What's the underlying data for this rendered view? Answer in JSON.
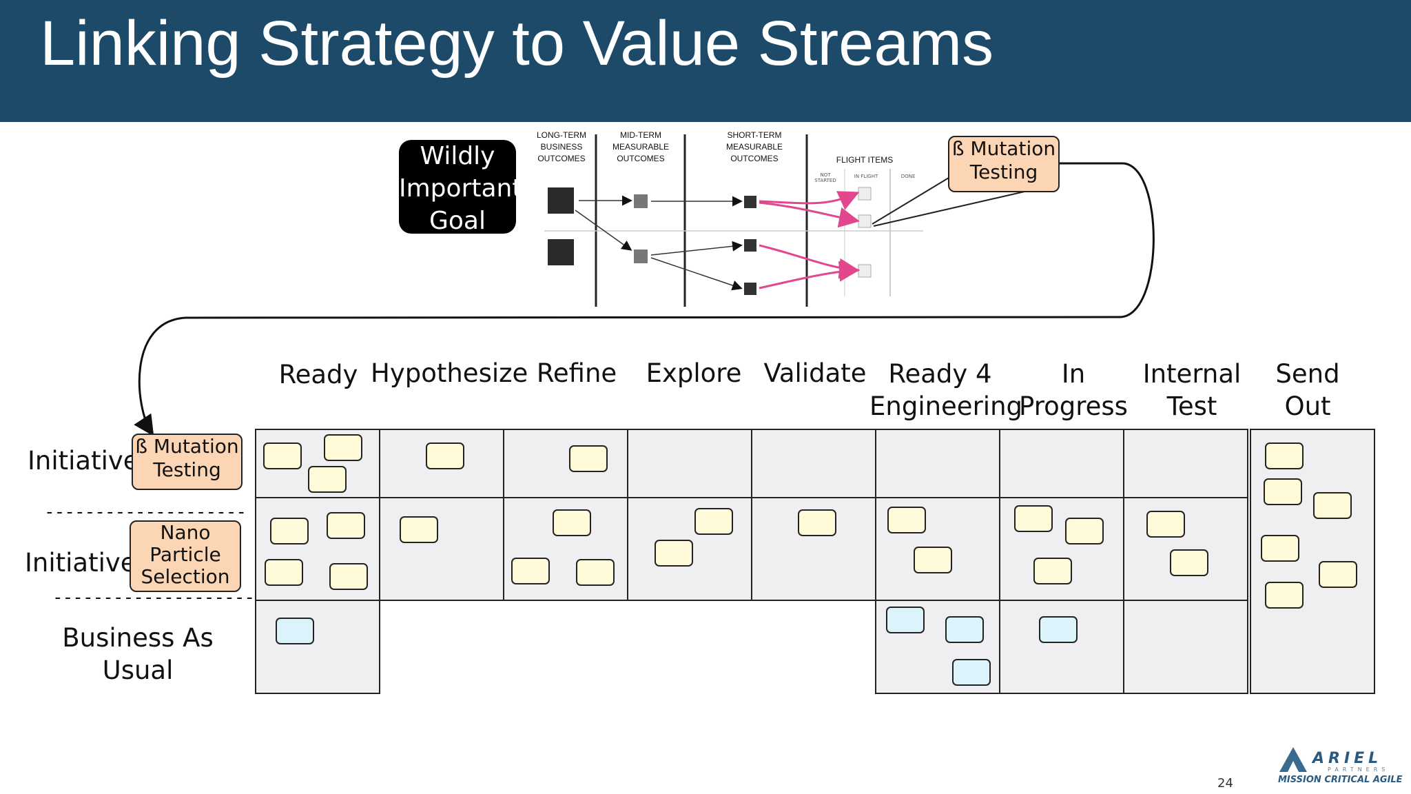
{
  "slide": {
    "title": "Linking Strategy to Value Streams",
    "page_number": "24"
  },
  "goal_box": {
    "line1": "Wildly",
    "line2": "Important",
    "line3": "Goal"
  },
  "obj_map": {
    "col_long": [
      "LONG-TERM",
      "BUSINESS",
      "OUTCOMES"
    ],
    "col_mid": [
      "MID-TERM",
      "MEASURABLE",
      "OUTCOMES"
    ],
    "col_short": [
      "SHORT-TERM",
      "MEASURABLE",
      "OUTCOMES"
    ],
    "flight_header": "FLIGHT ITEMS",
    "flight_sub": [
      "NOT STARTED",
      "IN FLIGHT",
      "DONE"
    ]
  },
  "callout_top": {
    "line1": "ß Mutation",
    "line2": "Testing"
  },
  "callout_mutation": {
    "line1": "ß Mutation",
    "line2": "Testing"
  },
  "callout_nano": {
    "line1": "Nano",
    "line2": "Particle",
    "line3": "Selection"
  },
  "board": {
    "columns": [
      {
        "l1": "",
        "l2": "Ready"
      },
      {
        "l1": "",
        "l2": "Hypothesize"
      },
      {
        "l1": "",
        "l2": "Refine"
      },
      {
        "l1": "",
        "l2": "Explore"
      },
      {
        "l1": "",
        "l2": "Validate"
      },
      {
        "l1": "Ready 4",
        "l2": "Engineering"
      },
      {
        "l1": "In",
        "l2": "Progress"
      },
      {
        "l1": "Internal",
        "l2": "Test"
      },
      {
        "l1": "Send",
        "l2": "Out"
      }
    ],
    "rows": {
      "r1": "Initiative",
      "r2": "Initiative",
      "r3a": "Business As",
      "r3b": "Usual"
    },
    "separator": "--------------------"
  },
  "colors": {
    "title_bar": "#1e4a6a",
    "cell_fill": "#efeff1",
    "sticky_yellow": "#fffbd8",
    "sticky_blue": "#dcf3fb",
    "callout": "#fcd6b4",
    "flow_pink": "#e2478e"
  },
  "logo": {
    "name": "ARIEL",
    "sub": "PARTNERS",
    "tagline": "MISSION CRITICAL AGILE"
  }
}
